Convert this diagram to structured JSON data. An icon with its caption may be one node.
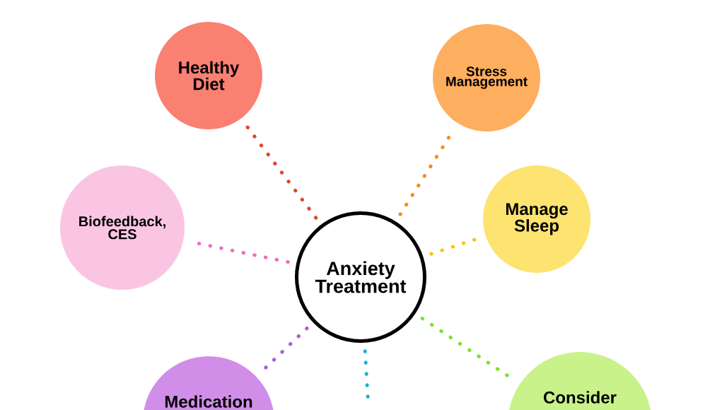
{
  "diagram": {
    "nodes": [
      {
        "text": [
          "Anxiety Treatment"
        ]
      },
      {
        "text": [
          "Healthy Diet"
        ]
      },
      {
        "text": [
          "Stress Management"
        ]
      },
      {
        "text": [
          "Biofeedback, CES"
        ]
      },
      {
        "text": [
          "Manage Sleep"
        ]
      },
      {
        "text": [
          "Medication"
        ]
      },
      {
        "text": [
          "Consider"
        ]
      }
    ],
    "edges": [
      {
        "from": 0,
        "to": 1,
        "arrow": "none",
        "color": "#e0452e"
      },
      {
        "from": 0,
        "to": 2,
        "arrow": "none",
        "color": "#f98a1a"
      },
      {
        "from": 0,
        "to": 3,
        "arrow": "none",
        "color": "#f06bbf"
      },
      {
        "from": 0,
        "to": 4,
        "arrow": "none",
        "color": "#f7c71a"
      },
      {
        "from": 0,
        "to": 5,
        "arrow": "none",
        "color": "#b158e0"
      },
      {
        "from": 0,
        "to": 6,
        "arrow": "none",
        "color": "#7ee22e"
      },
      {
        "from": 0,
        "to": null,
        "arrow": "none",
        "color": "#18b0d0"
      }
    ]
  }
}
